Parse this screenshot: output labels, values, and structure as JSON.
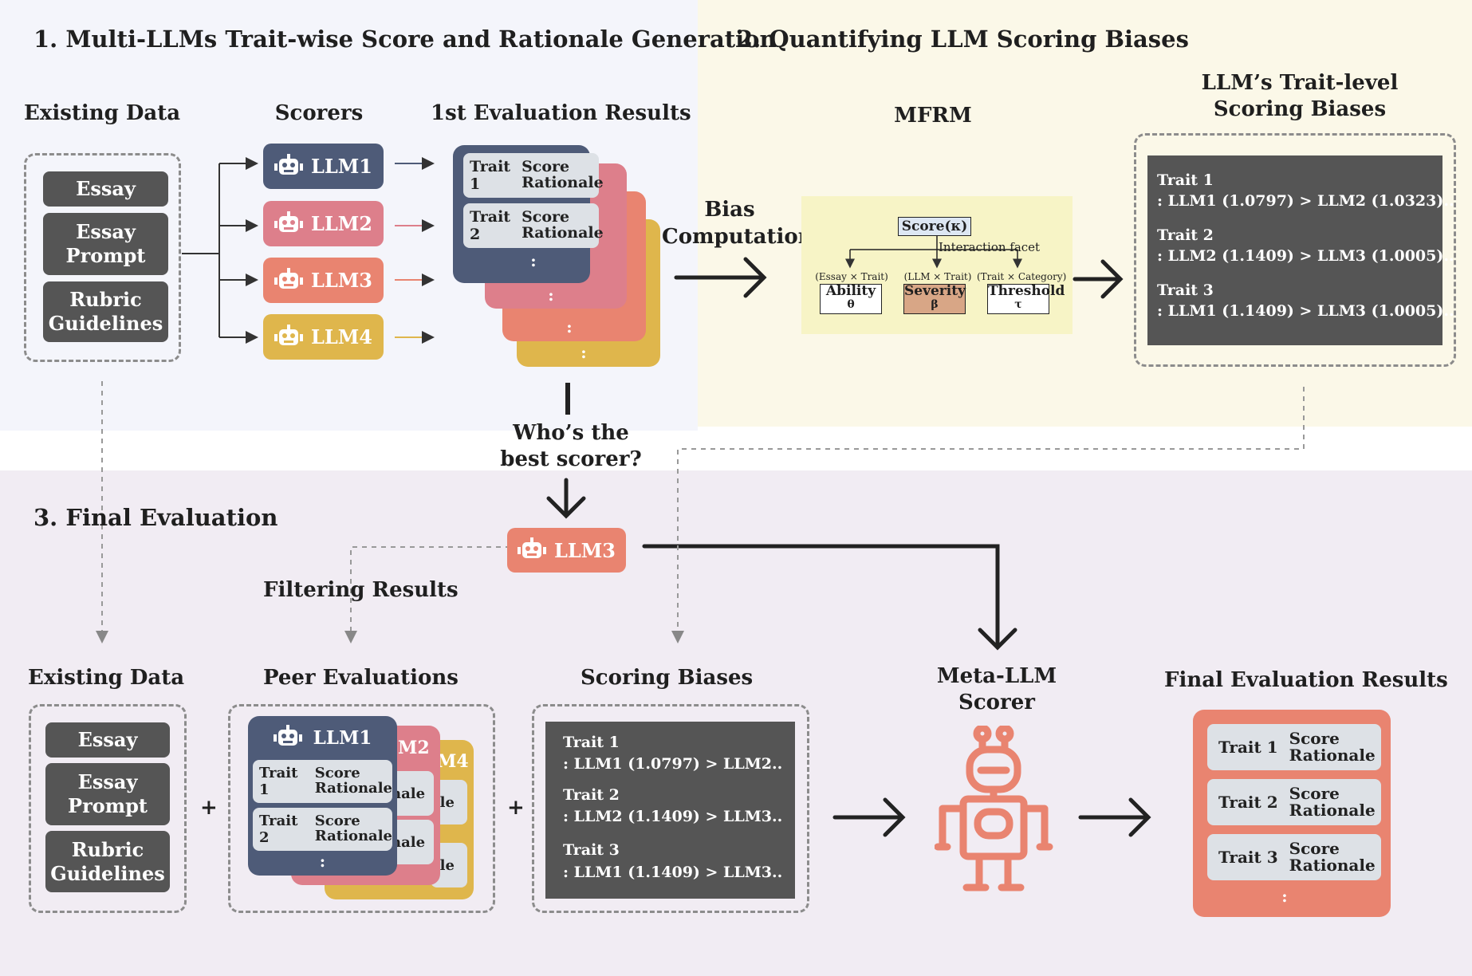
{
  "section1": {
    "title": "1. Multi-LLMs Trait-wise Score and Rationale Generation",
    "existing_data_label": "Existing Data",
    "scorers_label": "Scorers",
    "results_label": "1st Evaluation Results",
    "data_items": [
      "Essay",
      "Essay\nPrompt",
      "Rubric\nGuidelines"
    ],
    "llms": [
      "LLM1",
      "LLM2",
      "LLM3",
      "LLM4"
    ],
    "card_rows": [
      {
        "trait": "Trait 1",
        "score": "Score",
        "rationale": "Rationale"
      },
      {
        "trait": "Trait 2",
        "score": "Score",
        "rationale": "Rationale"
      }
    ],
    "dots": ":"
  },
  "section2": {
    "title": "2. Quantifying LLM Scoring Biases",
    "mfrm_label": "MFRM",
    "bias_label": "Bias\nComputation",
    "biases_label": "LLM’s Trait-level\nScoring Biases",
    "mfrm": {
      "score_node": "Score(κ)",
      "interaction": "Interaction facet",
      "facets": [
        {
          "caption": "(Essay × Trait)",
          "name": "Ability",
          "symbol": "θ"
        },
        {
          "caption": "(LLM × Trait)",
          "name": "Severity",
          "symbol": "β"
        },
        {
          "caption": "(Trait × Category)",
          "name": "Threshold",
          "symbol": "τ"
        }
      ]
    },
    "bias_lines": [
      {
        "trait": "Trait 1",
        "detail": ": LLM1 (1.0797) > LLM2 (1.0323).."
      },
      {
        "trait": "Trait 2",
        "detail": ": LLM2 (1.1409) > LLM3 (1.0005).."
      },
      {
        "trait": "Trait 3",
        "detail": ": LLM1 (1.1409) > LLM3 (1.0005).."
      }
    ]
  },
  "middle": {
    "question": "Who’s the\nbest scorer?",
    "best_llm": "LLM3",
    "filtering": "Filtering Results"
  },
  "section3": {
    "title": "3. Final Evaluation",
    "existing_data_label": "Existing Data",
    "peer_label": "Peer Evaluations",
    "biases_label": "Scoring Biases",
    "meta_label": "Meta-LLM\nScorer",
    "final_label": "Final Evaluation Results",
    "data_items": [
      "Essay",
      "Essay\nPrompt",
      "Rubric\nGuidelines"
    ],
    "peer_llm": "LLM1",
    "peer_back_labels": [
      "M2",
      "M4"
    ],
    "peer_partials": [
      "nale",
      "ale",
      "nale",
      "ale"
    ],
    "peer_rows": [
      {
        "trait": "Trait 1",
        "score": "Score",
        "rationale": "Rationale"
      },
      {
        "trait": "Trait 2",
        "score": "Score",
        "rationale": "Rationale"
      }
    ],
    "plus": "+",
    "bias_lines": [
      {
        "trait": "Trait 1",
        "detail": ": LLM1 (1.0797) > LLM2.."
      },
      {
        "trait": "Trait 2",
        "detail": ": LLM2 (1.1409) > LLM3.."
      },
      {
        "trait": "Trait 3",
        "detail": ": LLM1 (1.1409) > LLM3.."
      }
    ],
    "final_rows": [
      {
        "trait": "Trait 1",
        "score": "Score",
        "rationale": "Rationale"
      },
      {
        "trait": "Trait 2",
        "score": "Score",
        "rationale": "Rationale"
      },
      {
        "trait": "Trait 3",
        "score": "Score",
        "rationale": "Rationale"
      }
    ],
    "dots": ":"
  },
  "colors": {
    "llm1": "#4e5b78",
    "llm2": "#dd7f8b",
    "llm3": "#e98470",
    "llm4": "#dfb64c",
    "section1_bg": "#f4f5fb",
    "section2_bg": "#fbf8e8",
    "section3_bg": "#f1ecf3",
    "grey": "#555555"
  }
}
